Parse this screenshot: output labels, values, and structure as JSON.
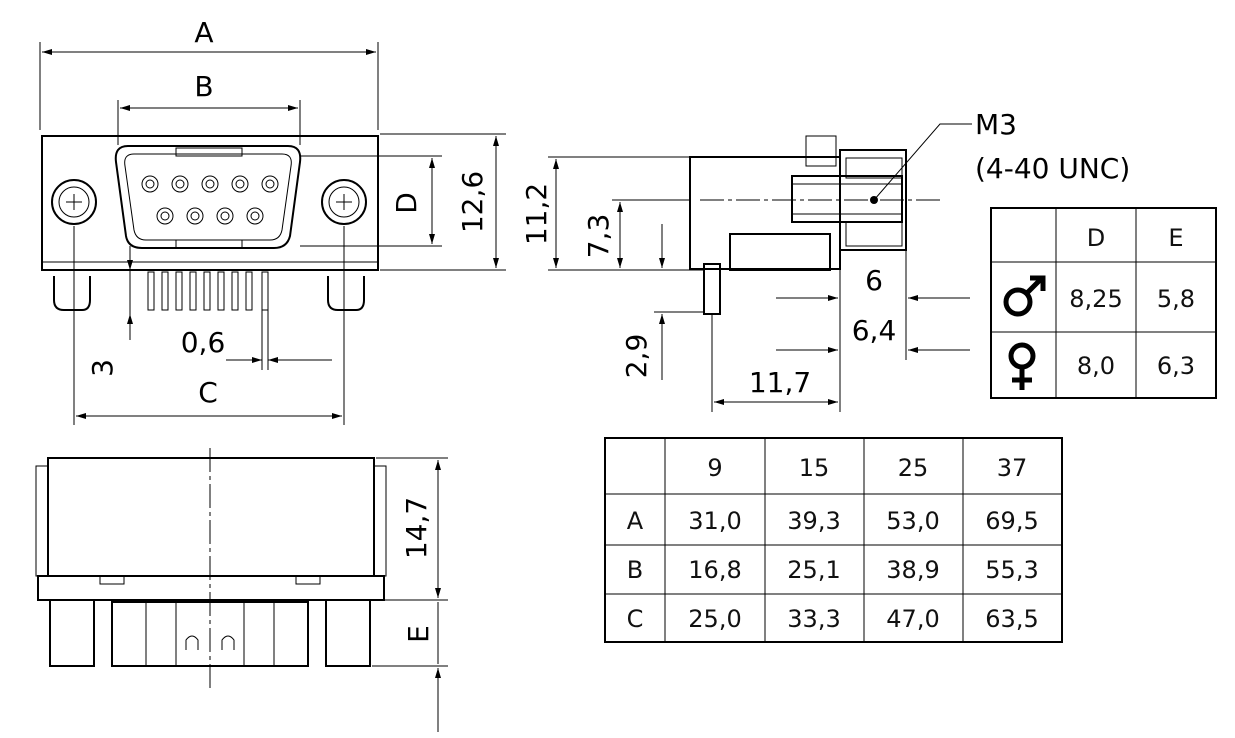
{
  "front_view": {
    "dim_A": "A",
    "dim_B": "B",
    "dim_C": "C",
    "dim_D": "D",
    "dim_12_6": "12,6",
    "dim_0_6": "0,6",
    "dim_3": "3"
  },
  "side_view": {
    "thread_label": "M3",
    "thread_label_alt": "(4-40 UNC)",
    "dim_11_2": "11,2",
    "dim_7_3": "7,3",
    "dim_2_9": "2,9",
    "dim_6": "6",
    "dim_6_4": "6,4",
    "dim_11_7": "11,7"
  },
  "bottom_view": {
    "dim_14_7": "14,7",
    "dim_E": "E"
  },
  "gender_table": {
    "headers": [
      "",
      "D",
      "E"
    ],
    "rows": [
      {
        "symbol": "male-symbol",
        "D": "8,25",
        "E": "5,8"
      },
      {
        "symbol": "female-symbol",
        "D": "8,0",
        "E": "6,3"
      }
    ]
  },
  "size_table": {
    "headers": [
      "",
      "9",
      "15",
      "25",
      "37"
    ],
    "rows": [
      {
        "label": "A",
        "values": [
          "31,0",
          "39,3",
          "53,0",
          "69,5"
        ]
      },
      {
        "label": "B",
        "values": [
          "16,8",
          "25,1",
          "38,9",
          "55,3"
        ]
      },
      {
        "label": "C",
        "values": [
          "25,0",
          "33,3",
          "47,0",
          "63,5"
        ]
      }
    ]
  }
}
